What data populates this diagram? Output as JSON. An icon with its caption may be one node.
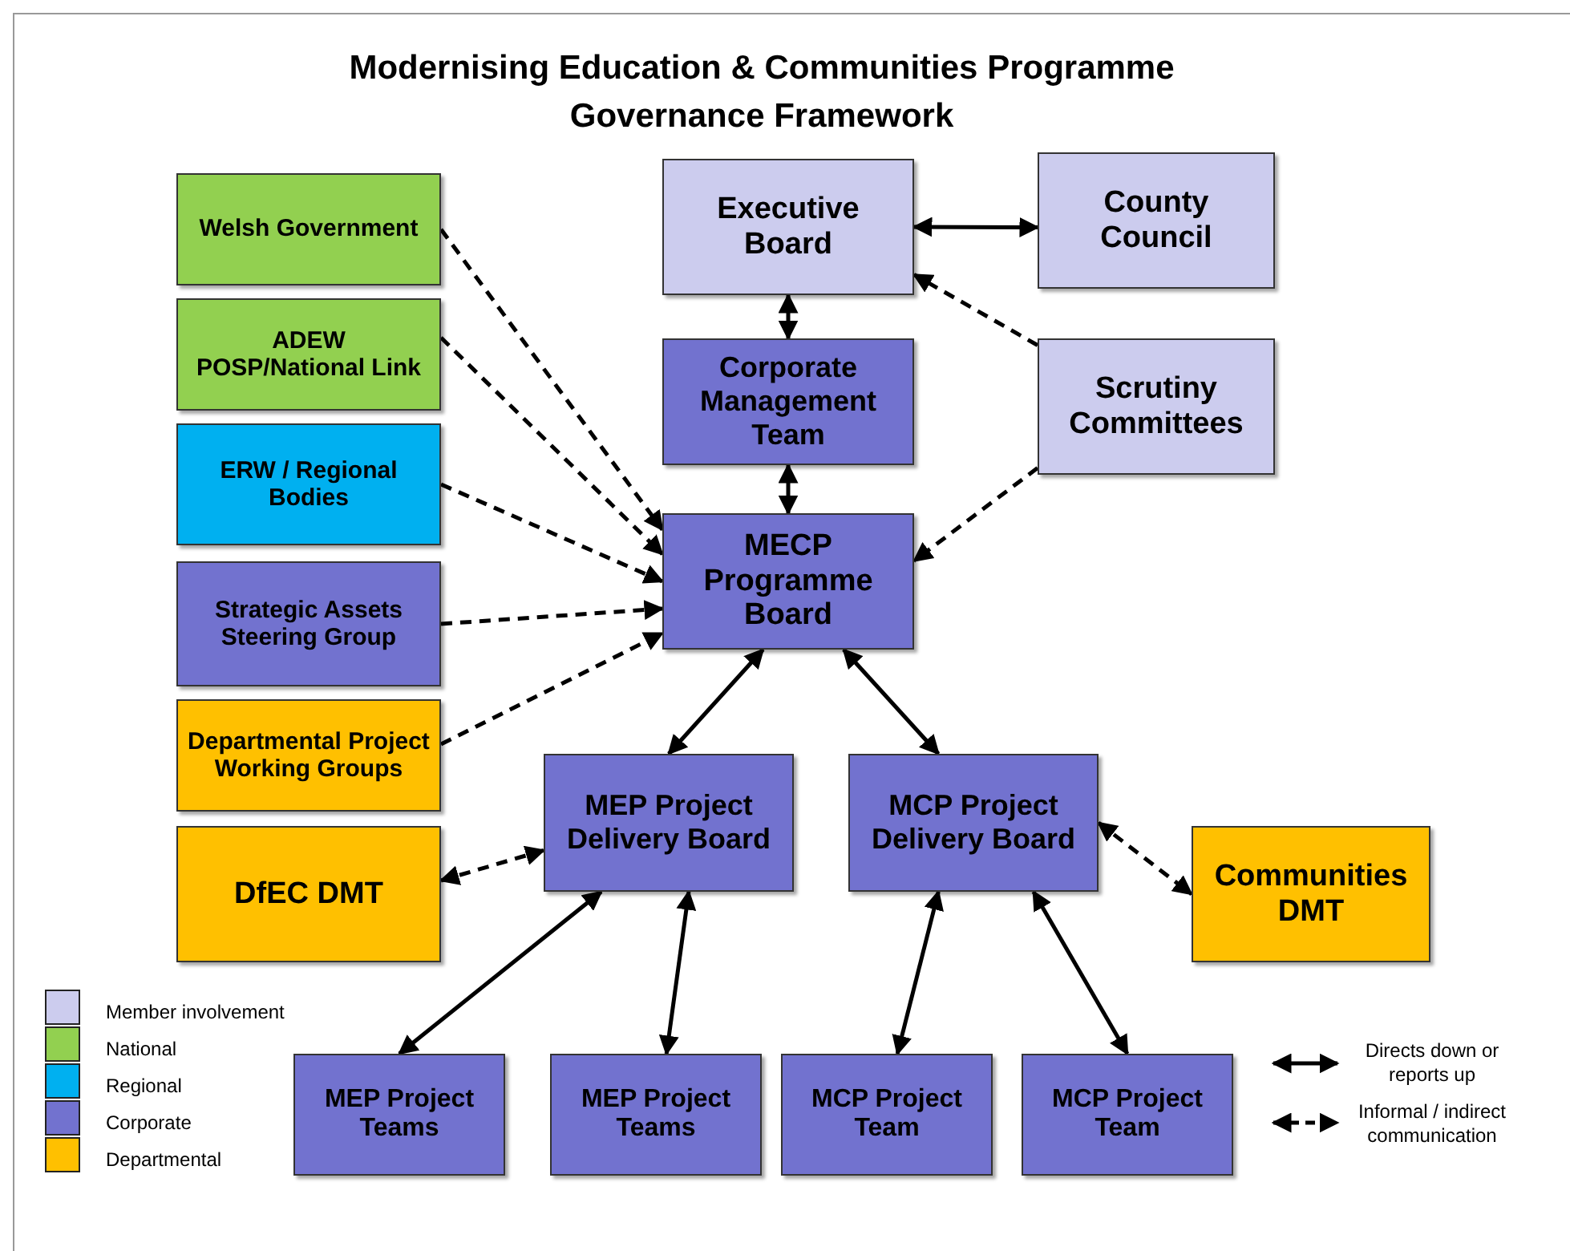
{
  "diagram": {
    "title": "Modernising Education & Communities Programme Governance Framework",
    "nodes": [
      {
        "text": [
          "Welsh Government"
        ]
      },
      {
        "text": [
          "ADEW POSP/National Link"
        ]
      },
      {
        "text": [
          "ERW / Regional Bodies"
        ]
      },
      {
        "text": [
          "Strategic Assets Steering Group"
        ]
      },
      {
        "text": [
          "Departmental Project Working Groups"
        ]
      },
      {
        "text": [
          "DfEC DMT"
        ]
      },
      {
        "text": [
          "Executive Board"
        ]
      },
      {
        "text": [
          "County Council"
        ]
      },
      {
        "text": [
          "Corporate Management Team"
        ]
      },
      {
        "text": [
          "Scrutiny Committees"
        ]
      },
      {
        "text": [
          "MECP Programme Board"
        ]
      },
      {
        "text": [
          "MEP Project Delivery Board"
        ]
      },
      {
        "text": [
          "MCP Project Delivery Board"
        ]
      },
      {
        "text": [
          "Communities DMT"
        ]
      },
      {
        "text": [
          "MEP Project Teams"
        ]
      },
      {
        "text": [
          "MEP Project Teams"
        ]
      },
      {
        "text": [
          "MCP Project Team"
        ]
      },
      {
        "text": [
          "MCP Project Team"
        ]
      }
    ],
    "edges": [
      {
        "from": 6,
        "to": 7,
        "arrow": "both"
      },
      {
        "from": 6,
        "to": 8,
        "arrow": "both"
      },
      {
        "from": 8,
        "to": 10,
        "arrow": "both"
      },
      {
        "from": 9,
        "to": 6,
        "arrow": "to",
        "style": "dashed"
      },
      {
        "from": 9,
        "to": 10,
        "arrow": "to",
        "style": "dashed"
      },
      {
        "from": 0,
        "to": 10,
        "arrow": "to",
        "style": "dashed"
      },
      {
        "from": 1,
        "to": 10,
        "arrow": "to",
        "style": "dashed"
      },
      {
        "from": 2,
        "to": 10,
        "arrow": "to",
        "style": "dashed"
      },
      {
        "from": 3,
        "to": 10,
        "arrow": "to",
        "style": "dashed"
      },
      {
        "from": 4,
        "to": 10,
        "arrow": "to",
        "style": "dashed"
      },
      {
        "from": 10,
        "to": 11,
        "arrow": "both"
      },
      {
        "from": 10,
        "to": 12,
        "arrow": "both"
      },
      {
        "from": 5,
        "to": 11,
        "arrow": "both",
        "style": "dashed"
      },
      {
        "from": 12,
        "to": 13,
        "arrow": "both",
        "style": "dashed"
      },
      {
        "from": 11,
        "to": 14,
        "arrow": "both"
      },
      {
        "from": 11,
        "to": 15,
        "arrow": "both"
      },
      {
        "from": 12,
        "to": 16,
        "arrow": "both"
      },
      {
        "from": 12,
        "to": 17,
        "arrow": "both"
      }
    ],
    "legend": [
      {
        "text": "Member involvement",
        "color": "#ccccee"
      },
      {
        "text": "National",
        "color": "#92d050"
      },
      {
        "text": "Regional",
        "color": "#00b0f0"
      },
      {
        "text": "Corporate",
        "color": "#7272cf"
      },
      {
        "text": "Departmental",
        "color": "#ffc000"
      },
      {
        "text": "Directs down or reports up"
      },
      {
        "text": "Informal / indirect communication"
      }
    ]
  }
}
